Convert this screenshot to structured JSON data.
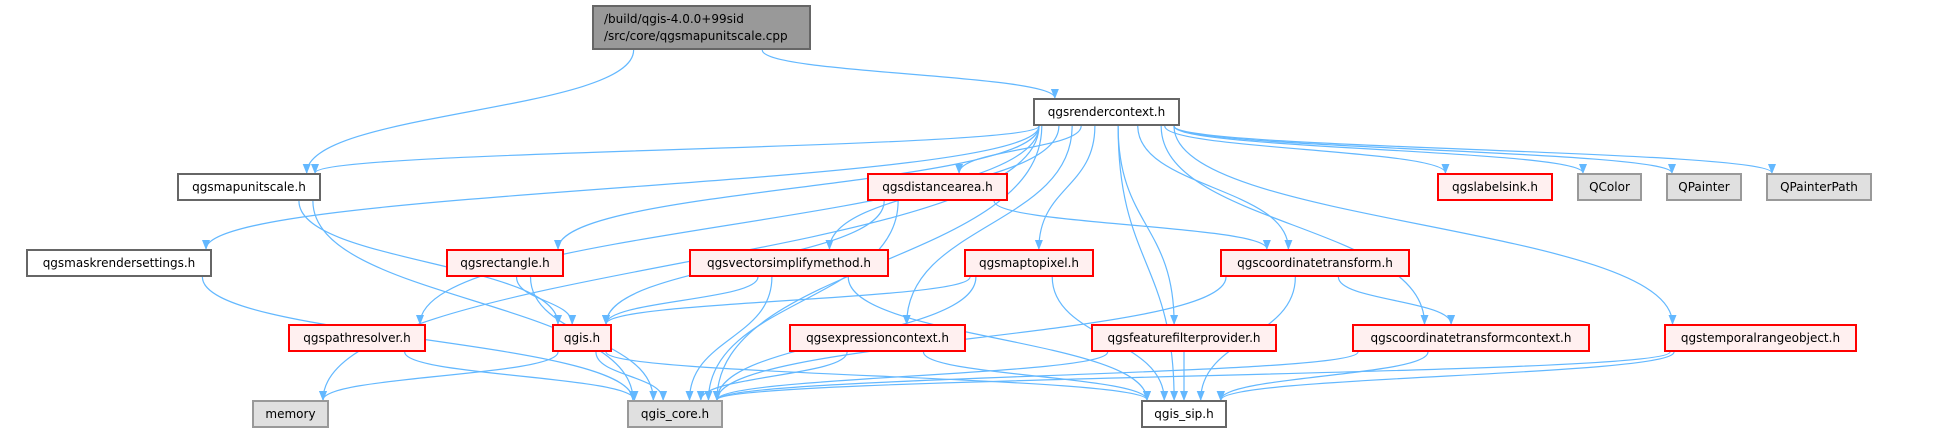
{
  "title": "Include dependency graph for qgsmapunitscale.cpp",
  "colors": {
    "edge": "#63B8FF",
    "red_border": "#FF0000",
    "red_fill": "#FFF0F0",
    "gray_fill": "#E0E0E0",
    "root_fill": "#999999"
  },
  "nodes": {
    "root": {
      "line1": "/build/qgis-4.0.0+99sid",
      "line2": "/src/core/qgsmapunitscale.cpp",
      "style": "root"
    },
    "rendercontext": {
      "label": "qgsrendercontext.h",
      "style": "plain"
    },
    "mapunitscale": {
      "label": "qgsmapunitscale.h",
      "style": "plain"
    },
    "maskrendersettings": {
      "label": "qgsmaskrendersettings.h",
      "style": "plain"
    },
    "distancearea": {
      "label": "qgsdistancearea.h",
      "style": "red"
    },
    "rectangle": {
      "label": "qgsrectangle.h",
      "style": "red"
    },
    "vectorsimplify": {
      "label": "qgsvectorsimplifymethod.h",
      "style": "red"
    },
    "maptopixel": {
      "label": "qgsmaptopixel.h",
      "style": "red"
    },
    "coordinatetransform": {
      "label": "qgscoordinatetransform.h",
      "style": "red"
    },
    "labelsink": {
      "label": "qgslabelsink.h",
      "style": "red"
    },
    "qcolor": {
      "label": "QColor",
      "style": "gray"
    },
    "qpainter": {
      "label": "QPainter",
      "style": "gray"
    },
    "qpainterpath": {
      "label": "QPainterPath",
      "style": "gray"
    },
    "pathresolver": {
      "label": "qgspathresolver.h",
      "style": "red"
    },
    "qgis": {
      "label": "qgis.h",
      "style": "red"
    },
    "expressioncontext": {
      "label": "qgsexpressioncontext.h",
      "style": "red"
    },
    "featurefilter": {
      "label": "qgsfeaturefilterprovider.h",
      "style": "red"
    },
    "coordtransformcontext": {
      "label": "qgscoordinatetransformcontext.h",
      "style": "red"
    },
    "temporalrange": {
      "label": "qgstemporalrangeobject.h",
      "style": "red"
    },
    "memory": {
      "label": "memory",
      "style": "gray"
    },
    "qgis_core": {
      "label": "qgis_core.h",
      "style": "gray"
    },
    "qgis_sip": {
      "label": "qgis_sip.h",
      "style": "plain"
    }
  },
  "edges": [
    [
      "root",
      "mapunitscale"
    ],
    [
      "root",
      "rendercontext"
    ],
    [
      "rendercontext",
      "mapunitscale"
    ],
    [
      "rendercontext",
      "maskrendersettings"
    ],
    [
      "rendercontext",
      "memory"
    ],
    [
      "rendercontext",
      "pathresolver"
    ],
    [
      "rendercontext",
      "qgis_core"
    ],
    [
      "rendercontext",
      "rectangle"
    ],
    [
      "rendercontext",
      "distancearea"
    ],
    [
      "rendercontext",
      "vectorsimplify"
    ],
    [
      "rendercontext",
      "maptopixel"
    ],
    [
      "rendercontext",
      "expressioncontext"
    ],
    [
      "rendercontext",
      "featurefilter"
    ],
    [
      "rendercontext",
      "coordinatetransform"
    ],
    [
      "rendercontext",
      "coordtransformcontext"
    ],
    [
      "rendercontext",
      "temporalrange"
    ],
    [
      "rendercontext",
      "labelsink"
    ],
    [
      "rendercontext",
      "qcolor"
    ],
    [
      "rendercontext",
      "qpainter"
    ],
    [
      "rendercontext",
      "qpainterpath"
    ],
    [
      "rendercontext",
      "qgis_sip"
    ],
    [
      "mapunitscale",
      "qgis"
    ],
    [
      "mapunitscale",
      "qgis_core"
    ],
    [
      "maskrendersettings",
      "qgis_core"
    ],
    [
      "distancearea",
      "qgis"
    ],
    [
      "distancearea",
      "qgis_core"
    ],
    [
      "distancearea",
      "coordinatetransform"
    ],
    [
      "rectangle",
      "qgis"
    ],
    [
      "rectangle",
      "qgis_core"
    ],
    [
      "vectorsimplify",
      "qgis"
    ],
    [
      "vectorsimplify",
      "qgis_core"
    ],
    [
      "vectorsimplify",
      "qgis_sip"
    ],
    [
      "maptopixel",
      "qgis"
    ],
    [
      "maptopixel",
      "qgis_core"
    ],
    [
      "maptopixel",
      "qgis_sip"
    ],
    [
      "pathresolver",
      "qgis_core"
    ],
    [
      "qgis",
      "memory"
    ],
    [
      "qgis",
      "qgis_core"
    ],
    [
      "qgis",
      "qgis_sip"
    ],
    [
      "expressioncontext",
      "qgis_core"
    ],
    [
      "expressioncontext",
      "qgis_sip"
    ],
    [
      "coordinatetransform",
      "qgis_core"
    ],
    [
      "coordinatetransform",
      "coordtransformcontext"
    ],
    [
      "coordinatetransform",
      "qgis_sip"
    ],
    [
      "featurefilter",
      "qgis_core"
    ],
    [
      "featurefilter",
      "qgis_sip"
    ],
    [
      "coordtransformcontext",
      "qgis_core"
    ],
    [
      "coordtransformcontext",
      "qgis_sip"
    ],
    [
      "temporalrange",
      "qgis_core"
    ],
    [
      "temporalrange",
      "qgis_sip"
    ]
  ]
}
